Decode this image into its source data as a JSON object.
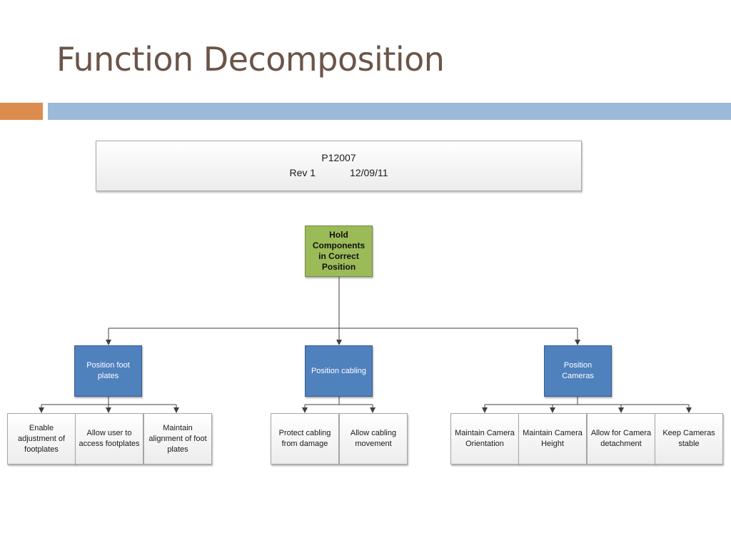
{
  "slide": {
    "title": "Function Decomposition",
    "colors": {
      "title": "#6b5548",
      "accent_orange": "#dd8c4f",
      "accent_blue": "#9cbad8",
      "root_fill": "#9bbb59",
      "branch_fill": "#4f81bd"
    }
  },
  "header": {
    "project": "P12007",
    "revision": "Rev 1",
    "date": "12/09/11"
  },
  "tree": {
    "root": "Hold Components in Correct Position",
    "branches": [
      {
        "label": "Position foot plates",
        "children": [
          "Enable adjustment of footplates",
          "Allow user to access footplates",
          "Maintain alignment of foot plates"
        ]
      },
      {
        "label": "Position cabling",
        "children": [
          "Protect cabling from damage",
          "Allow cabling movement"
        ]
      },
      {
        "label": "Position Cameras",
        "children": [
          "Maintain Camera Orientation",
          "Maintain Camera Height",
          "Allow for Camera detachment",
          "Keep Cameras stable"
        ]
      }
    ]
  }
}
